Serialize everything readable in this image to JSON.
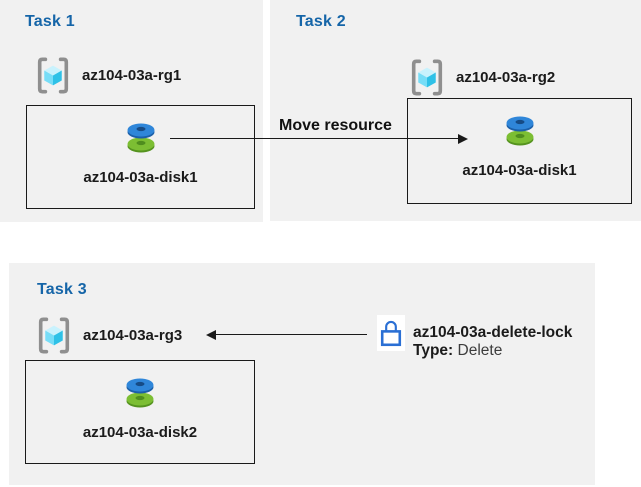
{
  "colors": {
    "panel_bg": "#f1f1f1",
    "task_title_blue": "#1565a8",
    "label_black": "#1b1b1b",
    "arrow_black": "#1a1a1a",
    "lock_blue": "#2a6fd4",
    "disk_blue": "#2f86d9",
    "disk_blue_side": "#1b5fa8",
    "disk_blue_hole": "#164b85",
    "disk_green": "#7cbe33",
    "disk_green_side": "#55931f",
    "disk_green_hole": "#4f8d1e",
    "cube_top": "#c9f2fd",
    "cube_left": "#76ddf7",
    "cube_right": "#2ec1e7",
    "bracket_gray": "#8f8f8f"
  },
  "icons": {
    "resource_group": "resource-group-icon",
    "disk": "disk-icon",
    "lock": "lock-icon"
  },
  "tasks": [
    {
      "title": "Task 1",
      "rg_label": "az104-03a-rg1",
      "disk_label": "az104-03a-disk1"
    },
    {
      "title": "Task 2",
      "rg_label": "az104-03a-rg2",
      "disk_label": "az104-03a-disk1"
    },
    {
      "title": "Task 3",
      "rg_label": "az104-03a-rg3",
      "disk_label": "az104-03a-disk2"
    }
  ],
  "move_arrow": {
    "label": "Move resource"
  },
  "delete_lock": {
    "name": "az104-03a-delete-lock",
    "type_label": "Type:",
    "type_value": "Delete"
  }
}
